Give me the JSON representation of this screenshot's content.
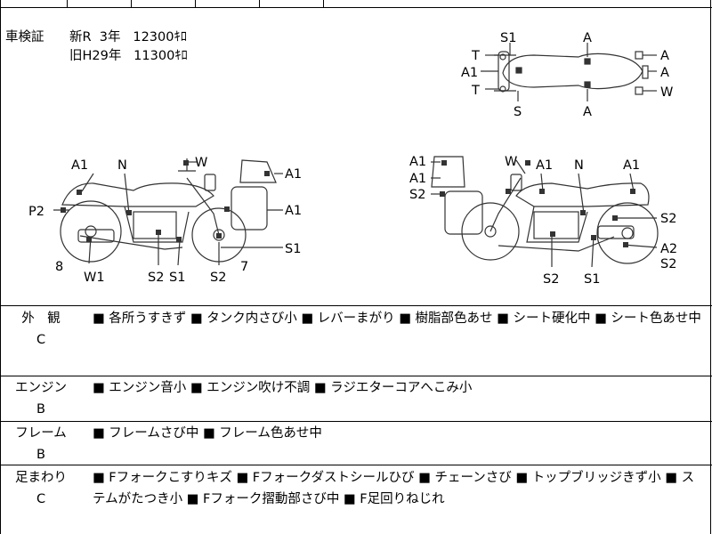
{
  "registration": {
    "label": "車検証",
    "new_line": "新R  3年   12300ｷﾛ",
    "old_line": "旧H29年   11300ｷﾛ"
  },
  "diagram_labels": {
    "top": [
      "S1",
      "A",
      "T",
      "A1",
      "T",
      "S",
      "A",
      "A",
      "A",
      "W"
    ],
    "left": [
      "A1",
      "N",
      "W",
      "A1",
      "P2",
      "A1",
      "S1",
      "8",
      "W1",
      "S2",
      "S1",
      "S2",
      "7"
    ],
    "right": [
      "A1",
      "A1",
      "S2",
      "W",
      "A1",
      "N",
      "A1",
      "S2",
      "A2",
      "S2",
      "S2",
      "S1"
    ]
  },
  "sections": [
    {
      "category": "外　観",
      "grade": "C",
      "items": "■ 各所うすきず ■ タンク内さび小 ■ レバーまがり ■ 樹脂部色あせ ■ シート硬化中 ■ シート色あせ中"
    },
    {
      "category": "エンジン",
      "grade": "B",
      "items": "■ エンジン音小 ■ エンジン吹け不調 ■ ラジエターコアへこみ小"
    },
    {
      "category": "フレーム",
      "grade": "B",
      "items": "■ フレームさび中 ■ フレーム色あせ中"
    },
    {
      "category": "足まわり",
      "grade": "C",
      "items": "■ Fフォークこすりキズ ■ Fフォークダストシールひび ■ チェーンさび ■ トップブリッジきず小 ■ ステムがたつき小 ■ Fフォーク摺動部さび中 ■ F足回りねじれ"
    }
  ]
}
